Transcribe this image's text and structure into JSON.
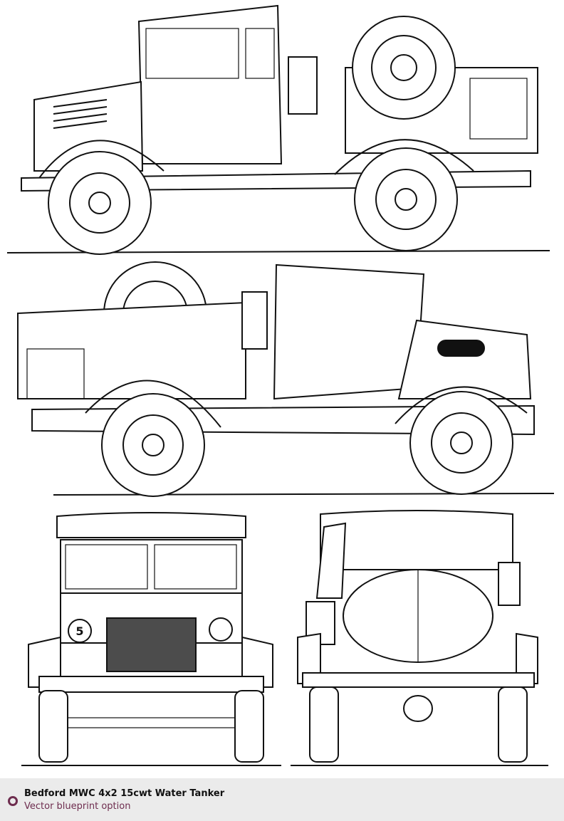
{
  "caption": {
    "title": "Bedford MWC 4x2 15cwt Water Tanker",
    "subtitle": "Vector blueprint option",
    "icon": "ring-bullet-icon",
    "accent_color": "#6e2d4f"
  },
  "drawing": {
    "views": [
      "left-side",
      "right-side",
      "front",
      "rear"
    ],
    "front_plate_number": "5"
  }
}
